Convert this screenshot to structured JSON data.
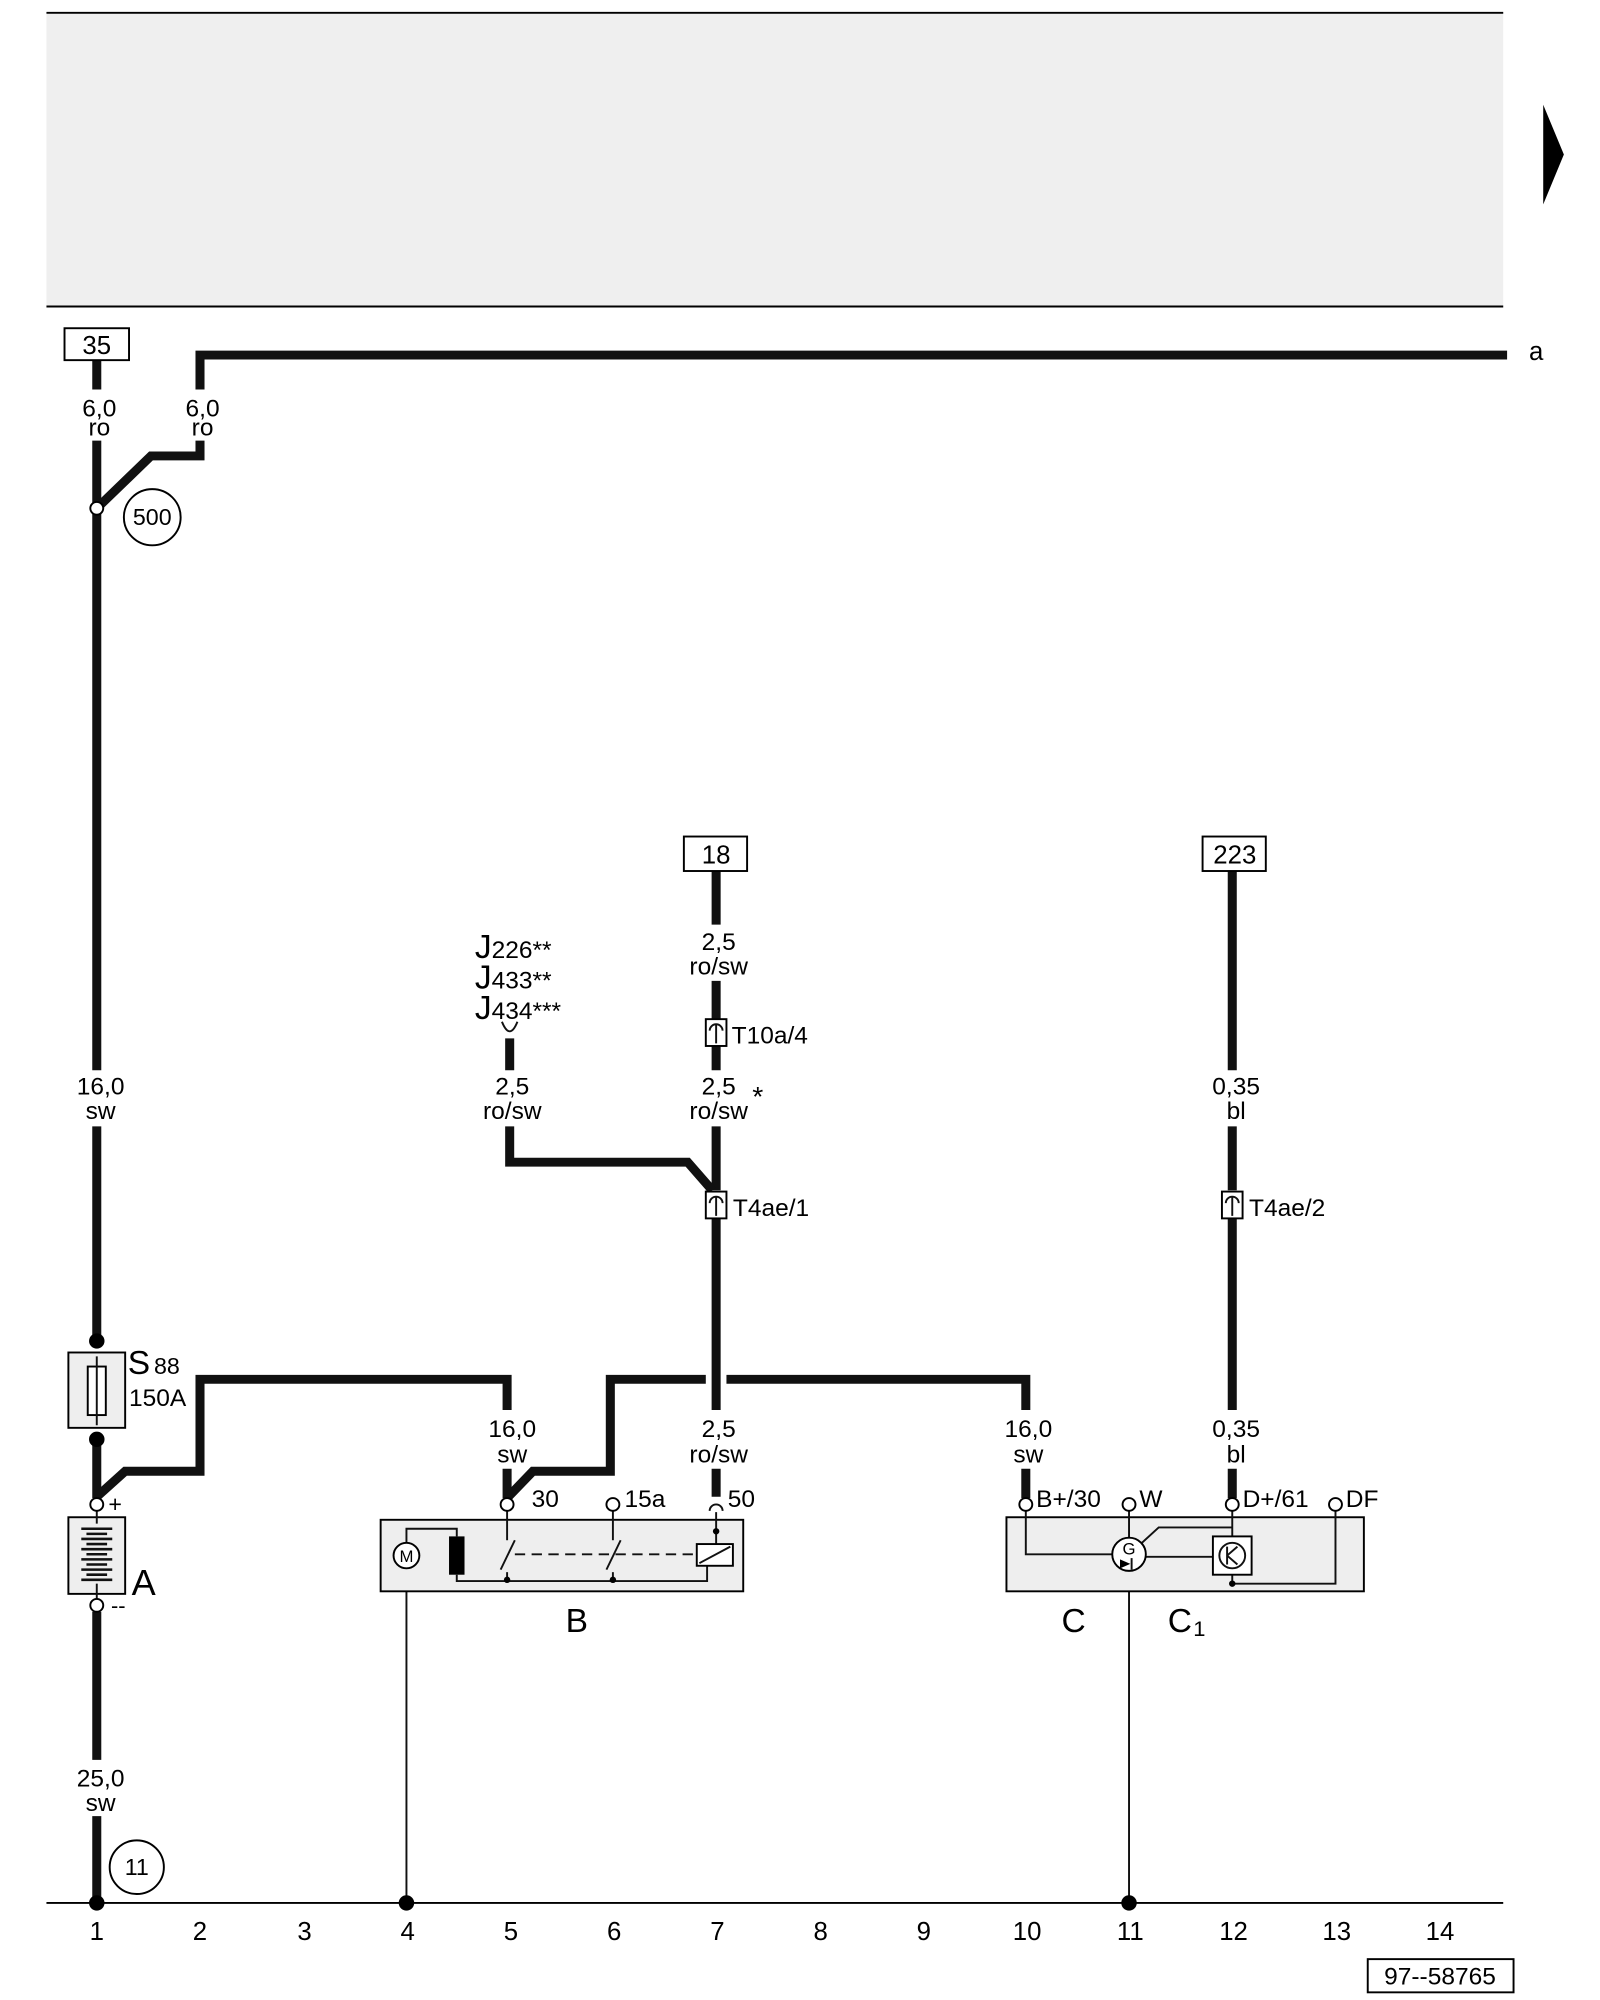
{
  "diagram_id": "97--58765",
  "continuation_label": "a",
  "icons": {
    "continuation_arrow": "triangle-right-icon"
  },
  "reference_boxes": [
    "35",
    "18",
    "223"
  ],
  "ground_points": [
    "500",
    "11"
  ],
  "wires": [
    {
      "size": "6,0",
      "color": "ro"
    },
    {
      "size": "6,0",
      "color": "ro"
    },
    {
      "size": "16,0",
      "color": "sw"
    },
    {
      "size": "25,0",
      "color": "sw"
    },
    {
      "size": "2,5",
      "color": "ro/sw"
    },
    {
      "size": "2,5",
      "color": "ro/sw"
    },
    {
      "size": "2,5",
      "color": "ro/sw"
    },
    {
      "size": "2,5",
      "color": "ro/sw"
    },
    {
      "size": "16,0",
      "color": "sw"
    },
    {
      "size": "16,0",
      "color": "sw"
    },
    {
      "size": "0,35",
      "color": "bl"
    },
    {
      "size": "0,35",
      "color": "bl"
    }
  ],
  "wire_note": "*",
  "connectors": [
    "T10a/4",
    "T4ae/1",
    "T4ae/2"
  ],
  "control_units": [
    {
      "letter": "J",
      "number": "226**"
    },
    {
      "letter": "J",
      "number": "433**"
    },
    {
      "letter": "J",
      "number": "434***"
    }
  ],
  "fuse": {
    "letter": "S",
    "number": "88",
    "rating": "150A"
  },
  "battery": {
    "label": "A",
    "positive": "+",
    "negative": "--"
  },
  "starter": {
    "label": "B",
    "motor": "M",
    "terminals": [
      "30",
      "15a",
      "50"
    ]
  },
  "alternator": {
    "label": "C",
    "generator": "G",
    "terminals": [
      "B+/30",
      "W",
      "D+/61",
      "DF"
    ]
  },
  "regulator": {
    "letter": "C",
    "index": "1"
  },
  "tracks": [
    "1",
    "2",
    "3",
    "4",
    "5",
    "6",
    "7",
    "8",
    "9",
    "10",
    "11",
    "12",
    "13",
    "14"
  ]
}
